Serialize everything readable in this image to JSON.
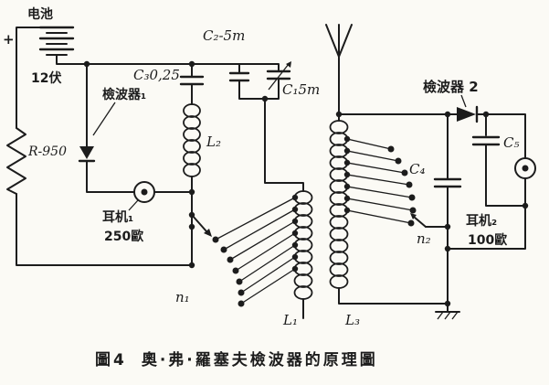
{
  "colors": {
    "ink": "#1c1c1c",
    "paper": "#fbfaf5"
  },
  "figure": {
    "caption_fig": "圖4",
    "caption_text": "奧·弗·羅塞夫檢波器的原理圖"
  },
  "labels": {
    "battery": "电池",
    "plus": "+",
    "voltage": "12伏",
    "resistor": "R-950",
    "detector1": "檢波器₁",
    "c3": "C₃0,25",
    "c2": "C₂-5т",
    "c1": "C₁5т",
    "l2": "L₂",
    "earphone1_name": "耳机₁",
    "earphone1_value": "250歐",
    "n1": "n₁",
    "l1": "L₁",
    "l3": "L₃",
    "detector2": "檢波器 2",
    "c5": "C₅",
    "c4": "C₄",
    "n2": "n₂",
    "earphone2_name": "耳机₂",
    "earphone2_value": "100歐"
  }
}
